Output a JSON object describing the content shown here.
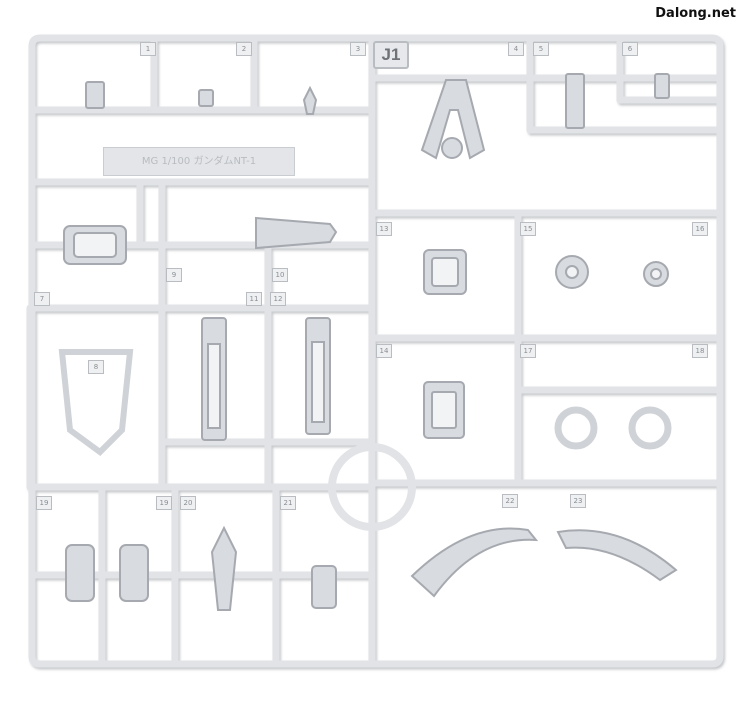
{
  "watermark": "Dalong.net",
  "sprue_label": "J1",
  "plate_text": "MG 1/100 ガンダムNT-1",
  "colors": {
    "background": "#ffffff",
    "plastic": "#e1e3e6",
    "plastic_shadow": "#b7bac0",
    "part_fill": "#d8dbdf"
  },
  "part_numbers": [
    "1",
    "2",
    "3",
    "4",
    "5",
    "6",
    "7",
    "8",
    "9",
    "10",
    "11",
    "12",
    "13",
    "14",
    "15",
    "16",
    "17",
    "18",
    "19",
    "19",
    "20",
    "21",
    "22",
    "23"
  ]
}
